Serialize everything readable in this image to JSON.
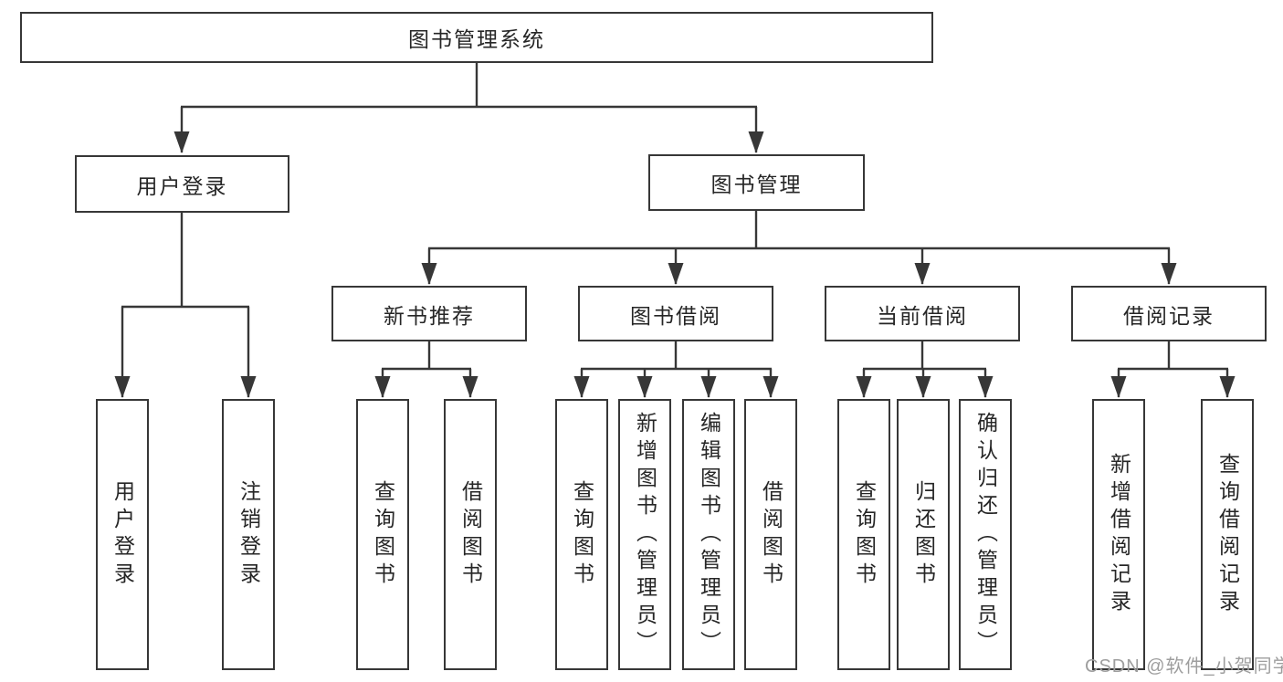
{
  "tree": {
    "root": {
      "label": "图书管理系统"
    },
    "children": [
      {
        "label": "用户登录",
        "children": [
          {
            "label": "用户登录"
          },
          {
            "label": "注销登录"
          }
        ]
      },
      {
        "label": "图书管理",
        "children": [
          {
            "label": "新书推荐",
            "children": [
              {
                "label": "查询图书"
              },
              {
                "label": "借阅图书"
              }
            ]
          },
          {
            "label": "图书借阅",
            "children": [
              {
                "label": "查询图书"
              },
              {
                "label": "新增图书（管理员）"
              },
              {
                "label": "编辑图书（管理员）"
              },
              {
                "label": "借阅图书"
              }
            ]
          },
          {
            "label": "当前借阅",
            "children": [
              {
                "label": "查询图书"
              },
              {
                "label": "归还图书"
              },
              {
                "label": "确认归还（管理员）"
              }
            ]
          },
          {
            "label": "借阅记录",
            "children": [
              {
                "label": "新增借阅记录"
              },
              {
                "label": "查询借阅记录"
              }
            ]
          }
        ]
      }
    ]
  },
  "watermark": {
    "text": "CSDN @软件_小贺同学"
  },
  "colors": {
    "line": "#373737",
    "text": "#262626",
    "background": "#ffffff",
    "watermark": "#9e9e9e"
  }
}
